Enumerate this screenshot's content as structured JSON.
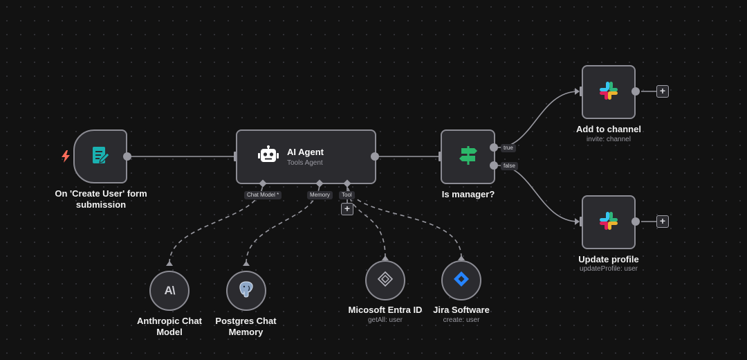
{
  "nodes": {
    "trigger": {
      "label": "On 'Create User' form submission"
    },
    "agent": {
      "title": "AI Agent",
      "subtitle": "Tools Agent"
    },
    "ifnode": {
      "label": "Is manager?",
      "true_label": "true",
      "false_label": "false"
    },
    "add_channel": {
      "label": "Add to channel",
      "sub": "invite: channel"
    },
    "update_profile": {
      "label": "Update profile",
      "sub": "updateProfile: user"
    },
    "anthropic": {
      "label": "Anthropic Chat Model",
      "logo_text": "A\\"
    },
    "postgres": {
      "label": "Postgres Chat Memory"
    },
    "entra": {
      "label": "Micosoft Entra ID",
      "sub": "getAll: user"
    },
    "jira": {
      "label": "Jira Software",
      "sub": "create: user"
    }
  },
  "ports": {
    "chat_model": "Chat Model *",
    "memory": "Memory",
    "tool": "Tool"
  },
  "plus_symbol": "+",
  "icons": {
    "trigger_badge": "lightning-icon",
    "trigger": "form-edit-icon",
    "agent": "robot-icon",
    "if": "signpost-icon",
    "slack": "slack-icon",
    "anthropic": "anthropic-icon",
    "postgres": "postgres-elephant-icon",
    "entra": "entra-id-icon",
    "jira": "jira-icon"
  },
  "colors": {
    "background": "#121212",
    "node_fill": "#2b2b2f",
    "node_border": "#8c8c94",
    "trigger_icon": "#1ab1b1",
    "lightning": "#ff6d5a",
    "if_icon": "#2cb86a",
    "jira_blue": "#2684ff",
    "slack_red": "#e01e5a",
    "slack_blue": "#36c5f0",
    "slack_green": "#2eb67d",
    "slack_yellow": "#ecb22e"
  }
}
